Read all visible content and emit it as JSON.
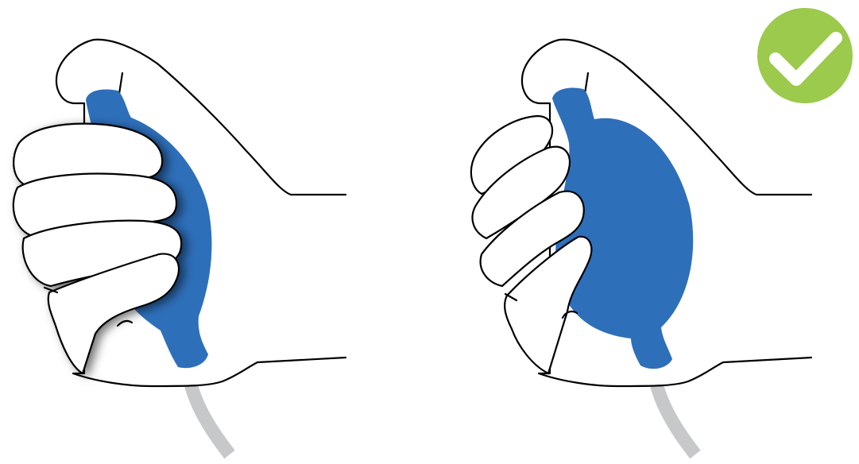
{
  "colors": {
    "bulb": "#2e6fba",
    "tube": "#c7c8ca",
    "check_badge": "#9bca4c",
    "check_mark": "#ffffff",
    "outline": "#000000",
    "background": "#ffffff"
  },
  "panels": [
    {
      "name": "incorrect-grip",
      "status": "incorrect",
      "icon": "none"
    },
    {
      "name": "correct-grip",
      "status": "correct",
      "icon": "check-icon"
    }
  ]
}
